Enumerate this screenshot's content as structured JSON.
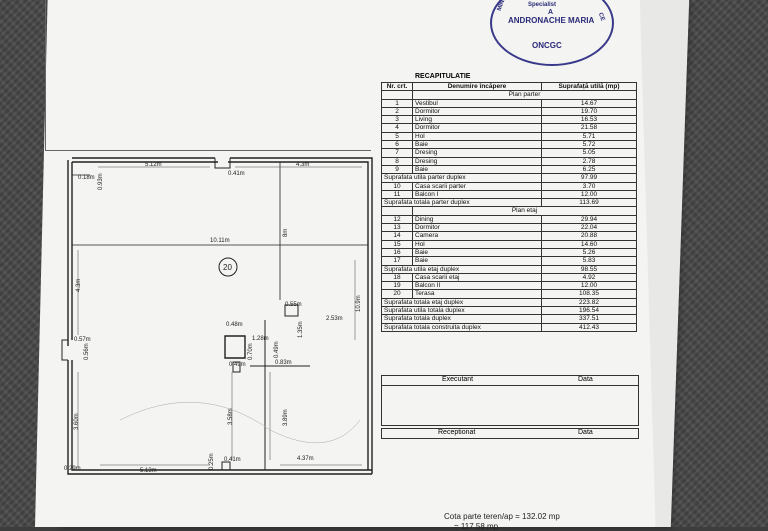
{
  "stamp": {
    "top_text": "MINIS",
    "right_text": "CE",
    "line1": "Specialist",
    "line2": "A",
    "name": "ANDRONACHE MARIA",
    "bottom": "ONCGC"
  },
  "plan": {
    "room_number": "20",
    "dims": [
      "5.12m",
      "4.3m",
      "0.18m",
      "0.41m",
      "10.11m",
      "4.3m",
      "0.57m",
      "0.56m",
      "3.60m",
      "0.29m",
      "5.13m",
      "0.25m",
      "0.41m",
      "4.37m",
      "0.48m",
      "1.28m",
      "0.49m",
      "0.83m",
      "0.55m",
      "2.53m",
      "3.58m",
      "3.89m",
      "10.9m",
      "1.35m",
      "0.93m",
      "8m",
      "0.70m",
      "0.49m"
    ]
  },
  "recap": {
    "title": "RECAPITULATIE",
    "headers": [
      "Nr. crt.",
      "Denumire încăpere",
      "Suprafață utilă (mp)"
    ],
    "rows": [
      {
        "type": "section",
        "label": "Plan parter"
      },
      {
        "n": "1",
        "name": "Vestibul",
        "val": "14.67"
      },
      {
        "n": "2",
        "name": "Dormitor",
        "val": "19.70"
      },
      {
        "n": "3",
        "name": "Living",
        "val": "16.53"
      },
      {
        "n": "4",
        "name": "Dormitor",
        "val": "21.58"
      },
      {
        "n": "5",
        "name": "Hol",
        "val": "5.71"
      },
      {
        "n": "6",
        "name": "Baie",
        "val": "5.72"
      },
      {
        "n": "7",
        "name": "Dresing",
        "val": "5.05"
      },
      {
        "n": "8",
        "name": "Dresing",
        "val": "2.78"
      },
      {
        "n": "9",
        "name": "Baie",
        "val": "6.25"
      },
      {
        "type": "total",
        "label": "Suprafata utila parter duplex",
        "val": "97.99"
      },
      {
        "n": "10",
        "name": "Casa scarii parter",
        "val": "3.70"
      },
      {
        "n": "11",
        "name": "Balcon I",
        "val": "12.00"
      },
      {
        "type": "total",
        "label": "Suprafata totala parter duplex",
        "val": "113.69"
      },
      {
        "type": "section",
        "label": "Plan etaj"
      },
      {
        "n": "12",
        "name": "Dining",
        "val": "29.94"
      },
      {
        "n": "13",
        "name": "Dormitor",
        "val": "22.04"
      },
      {
        "n": "14",
        "name": "Camera",
        "val": "20.88"
      },
      {
        "n": "15",
        "name": "Hol",
        "val": "14.60"
      },
      {
        "n": "16",
        "name": "Baie",
        "val": "5.26"
      },
      {
        "n": "17",
        "name": "Baie",
        "val": "5.83"
      },
      {
        "type": "total",
        "label": "Suprafata utila etaj duplex",
        "val": "98.55"
      },
      {
        "n": "18",
        "name": "Casa scarii etaj",
        "val": "4.92"
      },
      {
        "n": "19",
        "name": "Balcon II",
        "val": "12.00"
      },
      {
        "n": "20",
        "name": "Terasa",
        "val": "108.35"
      },
      {
        "type": "total",
        "label": "Suprafata totala etaj duplex",
        "val": "223.82"
      },
      {
        "type": "total",
        "label": "Suprafata utila totala  duplex",
        "val": "196.54"
      },
      {
        "type": "total",
        "label": "Suprafata totala duplex",
        "val": "337.51"
      },
      {
        "type": "total",
        "label": "Suprafata totala construita duplex",
        "val": "412.43"
      }
    ],
    "executant": "Executant",
    "data1": "Data",
    "receptionat": "Receptionat",
    "data2": "Data"
  },
  "footer": {
    "cota": "Cota parte teren/ap = 132.02 mp",
    "cota2": "= 117.58 mp"
  }
}
